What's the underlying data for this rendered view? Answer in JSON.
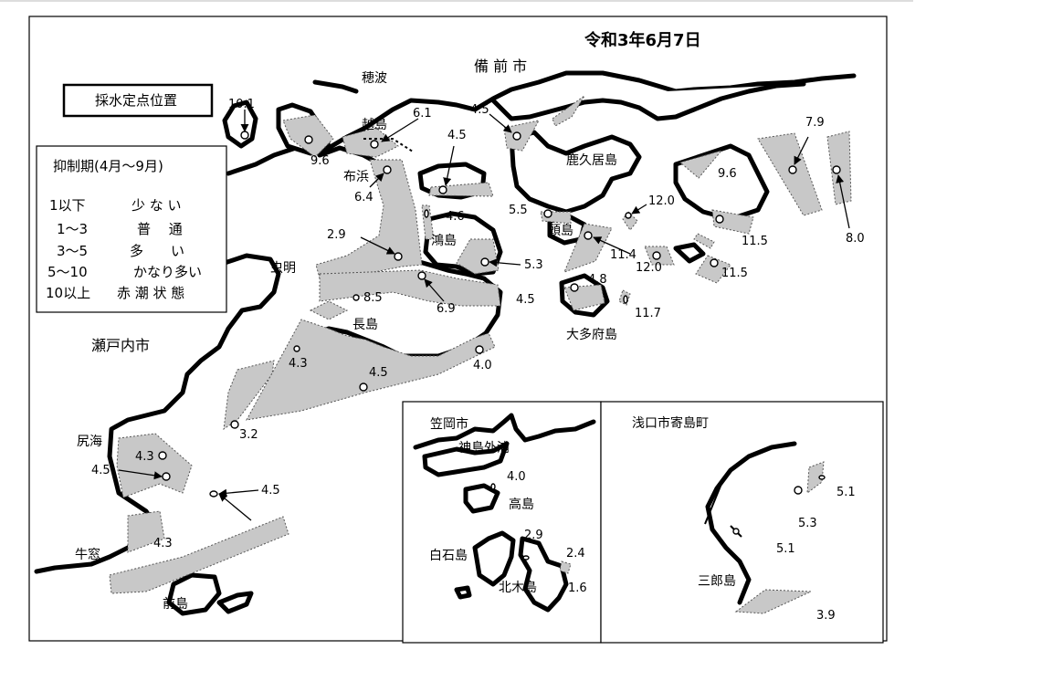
{
  "title": "令和3年6月7日",
  "legend_station": "採水定点位置",
  "legend": {
    "title": "抑制期(4月～9月)",
    "rows": [
      {
        "range": "1以下",
        "label": "少 な い"
      },
      {
        "range": "1～3",
        "label": "普　 通"
      },
      {
        "range": "3～5",
        "label": "多　　い"
      },
      {
        "range": "5～10",
        "label": "かなり多い"
      },
      {
        "range": "10以上",
        "label": "赤 潮 状 態"
      }
    ]
  },
  "places": {
    "bizen": "備 前 市",
    "hoba": "穂波",
    "koshijima": "越島",
    "nunohama": "布浜",
    "mushiake": "虫明",
    "setouchi": "瀬戸内市",
    "kagamijima": "鴻島",
    "nagashima": "長島",
    "kakui": "鹿久居島",
    "zushima": "頭島",
    "otafu": "大多府島",
    "shiriumi": "尻海",
    "ushimado": "牛窓",
    "maejima": "前島"
  },
  "values": {
    "v1": "10.1",
    "v2": "9.6",
    "v3": "6.1",
    "v4": "6.4",
    "v5": "4.5",
    "v6": "4.5",
    "v7": "4.6",
    "v8": "2.9",
    "v9": "8.5",
    "v10": "6.9",
    "v11": "5.3",
    "v12": "4.5",
    "v13": "5.5",
    "v14": "12.0",
    "v15": "11.4",
    "v16": "12.0",
    "v17": "11.5",
    "v18": "4.8",
    "v19": "11.7",
    "v20": "9.6",
    "v21": "7.9",
    "v22": "11.5",
    "v23": "8.0",
    "v24": "4.3",
    "v25": "4.5",
    "v26": "4.0",
    "v27": "3.2",
    "v28": "4.3",
    "v29": "4.5",
    "v30": "4.5",
    "v31": "4.3"
  },
  "inset1": {
    "title": "笠岡市",
    "kojima": "神島外浦",
    "takashima": "高島",
    "shiraishi": "白石島",
    "kitagi": "北木島",
    "v1": "4.0",
    "v2": "2.9",
    "v3": "2.4",
    "v4": "1.6"
  },
  "inset2": {
    "title": "浅口市寄島町",
    "saburo": "三郎島",
    "v1": "5.1",
    "v2": "5.3",
    "v3": "5.1",
    "v4": "3.9"
  }
}
